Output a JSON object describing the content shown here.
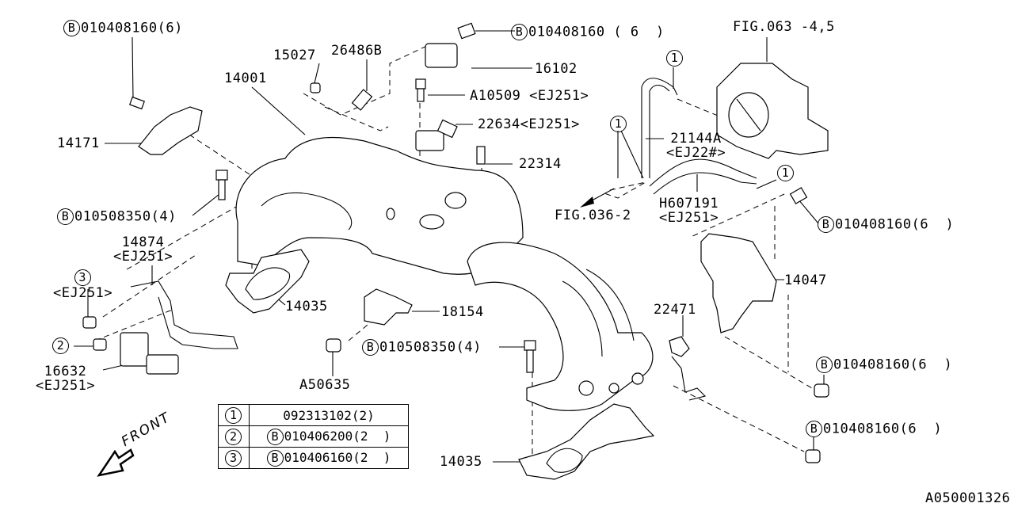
{
  "diagram": {
    "type": "exploded-parts-diagram",
    "subject": "Intake manifold assembly",
    "drawing_id": "A050001326",
    "front_indicator": "FRONT",
    "callouts": {
      "bolt_top_left": {
        "prefix": "B",
        "text": "010408160(6)"
      },
      "bolt_top_center": {
        "prefix": "B",
        "text": "010408160 ( 6  )"
      },
      "fig_throttle": {
        "text": "FIG.063 -4,5"
      },
      "p15027": {
        "text": "15027"
      },
      "p26486b": {
        "text": "26486B"
      },
      "p16102": {
        "text": "16102"
      },
      "p14001": {
        "text": "14001"
      },
      "pa10509": {
        "text": "A10509 <EJ251>"
      },
      "p22634": {
        "text": "22634<EJ251>"
      },
      "p22314": {
        "text": "22314"
      },
      "p14171": {
        "text": "14171"
      },
      "p21144a": {
        "text": "21144A",
        "sub": "<EJ22#>"
      },
      "fig036": {
        "text": "FIG.036-2"
      },
      "ph607191": {
        "text": "H607191",
        "sub": "<EJ251>"
      },
      "bolt_left_mid": {
        "prefix": "B",
        "text": "010508350(4)"
      },
      "bolt_right_upper": {
        "prefix": "B",
        "text": "010408160(6  )"
      },
      "p14874": {
        "text": "14874",
        "sub": "<EJ251>"
      },
      "ref3": {
        "ref": "3",
        "sub": "<EJ251>"
      },
      "p14035_upper": {
        "text": "14035"
      },
      "p18154": {
        "text": "18154"
      },
      "p14047": {
        "text": "14047"
      },
      "p22471": {
        "text": "22471"
      },
      "ref2": {
        "ref": "2"
      },
      "bolt_center_low": {
        "prefix": "B",
        "text": "010508350(4)"
      },
      "bolt_right_mid": {
        "prefix": "B",
        "text": "010408160(6  )"
      },
      "p16632": {
        "text": "16632",
        "sub": "<EJ251>"
      },
      "pa50635": {
        "text": "A50635"
      },
      "bolt_right_low": {
        "prefix": "B",
        "text": "010408160(6  )"
      },
      "p14035_lower": {
        "text": "14035"
      },
      "ref1_a": {
        "ref": "1"
      },
      "ref1_b": {
        "ref": "1"
      },
      "ref1_c": {
        "ref": "1"
      }
    },
    "legend_table": [
      {
        "key": "1",
        "prefix": "",
        "value": "092313102(2)"
      },
      {
        "key": "2",
        "prefix": "B",
        "value": "010406200(2  )"
      },
      {
        "key": "3",
        "prefix": "B",
        "value": "010406160(2  )"
      }
    ]
  }
}
